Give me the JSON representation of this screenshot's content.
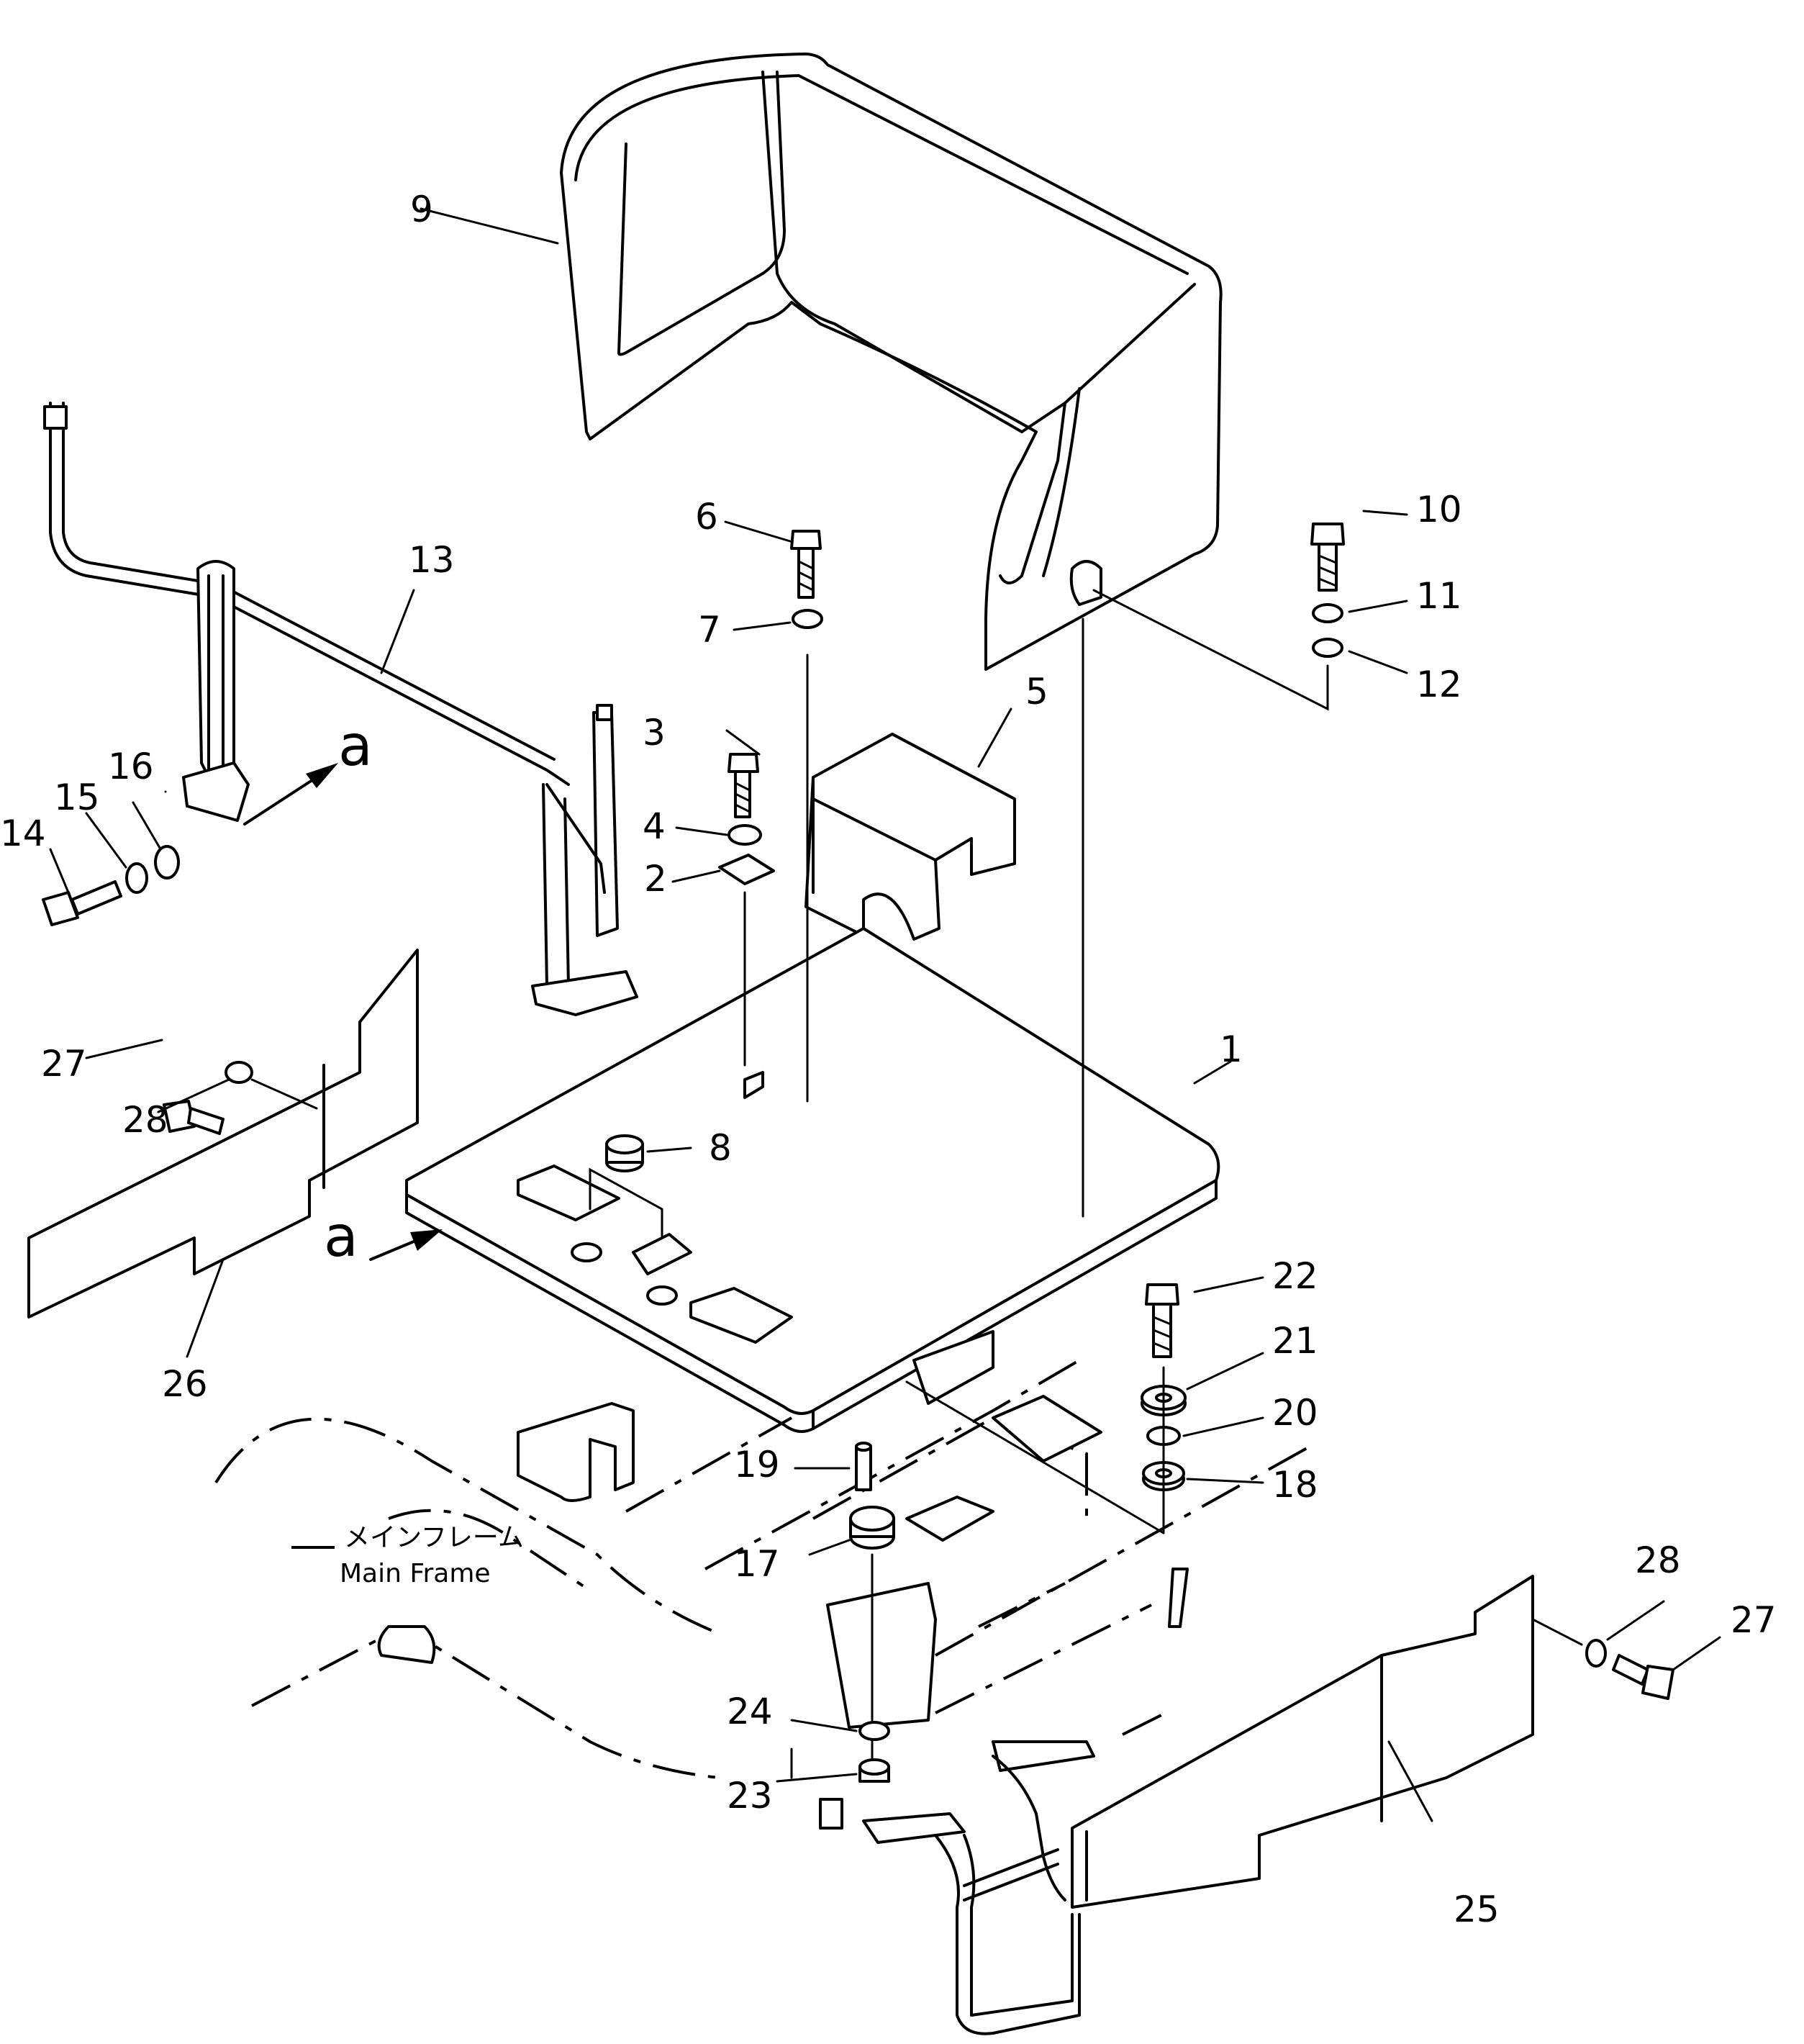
{
  "callouts": [
    {
      "id": "c1",
      "text": "1"
    },
    {
      "id": "c2",
      "text": "2"
    },
    {
      "id": "c3",
      "text": "3"
    },
    {
      "id": "c4",
      "text": "4"
    },
    {
      "id": "c5",
      "text": "5"
    },
    {
      "id": "c6",
      "text": "6"
    },
    {
      "id": "c7",
      "text": "7"
    },
    {
      "id": "c8",
      "text": "8"
    },
    {
      "id": "c9",
      "text": "9"
    },
    {
      "id": "c10",
      "text": "10"
    },
    {
      "id": "c11",
      "text": "11"
    },
    {
      "id": "c12",
      "text": "12"
    },
    {
      "id": "c13",
      "text": "13"
    },
    {
      "id": "c14",
      "text": "14"
    },
    {
      "id": "c15",
      "text": "15"
    },
    {
      "id": "c16",
      "text": "16"
    },
    {
      "id": "c17",
      "text": "17"
    },
    {
      "id": "c18",
      "text": "18"
    },
    {
      "id": "c19",
      "text": "19"
    },
    {
      "id": "c20",
      "text": "20"
    },
    {
      "id": "c21",
      "text": "21"
    },
    {
      "id": "c22",
      "text": "22"
    },
    {
      "id": "c23",
      "text": "23"
    },
    {
      "id": "c24",
      "text": "24"
    },
    {
      "id": "c25",
      "text": "25"
    },
    {
      "id": "c26",
      "text": "26"
    },
    {
      "id": "c27a",
      "text": "27"
    },
    {
      "id": "c28a",
      "text": "28"
    },
    {
      "id": "c27b",
      "text": "27"
    },
    {
      "id": "c28b",
      "text": "28"
    }
  ],
  "view_marks": {
    "a1": "a",
    "a2": "a"
  },
  "frame_note": {
    "jp": "メインフレーム",
    "en": "Main  Frame"
  }
}
